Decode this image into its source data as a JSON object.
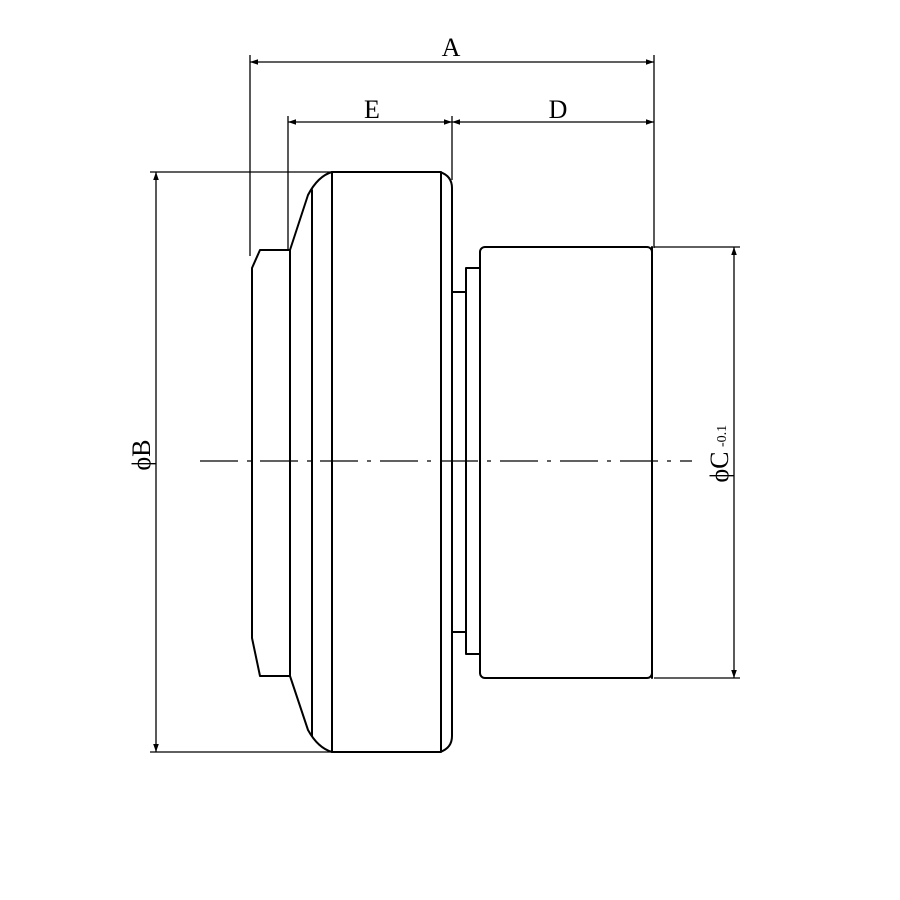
{
  "drawing": {
    "dimensions": {
      "A": "A",
      "E": "E",
      "D": "D",
      "B": "ϕB",
      "C": "ϕC",
      "C_tolerance": "-0.1"
    }
  }
}
